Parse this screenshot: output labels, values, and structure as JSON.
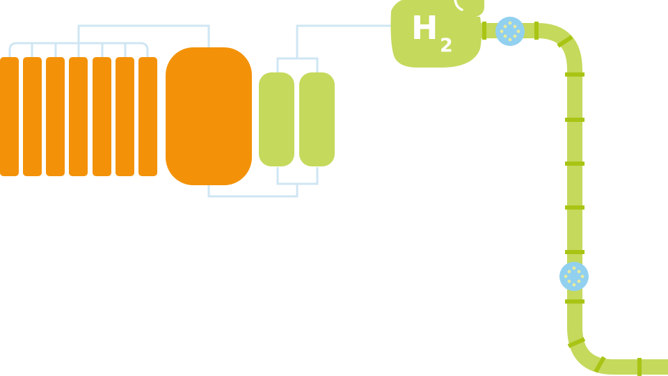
{
  "h2_label": {
    "symbol": "H",
    "subscript": "2"
  },
  "colors": {
    "electrolyzer_orange": "#f39208",
    "hydrogen_green": "#c5d95c",
    "pipe_ring_green": "#a9c414",
    "connector_blue": "#cfe6f3",
    "valve_blue": "#92d0ef",
    "valve_dot": "#e6ea9c",
    "label_white": "#ffffff"
  },
  "components": {
    "electrolyzer_cell_count": 7,
    "buffer_tank_count": 2,
    "valve_count": 2
  }
}
